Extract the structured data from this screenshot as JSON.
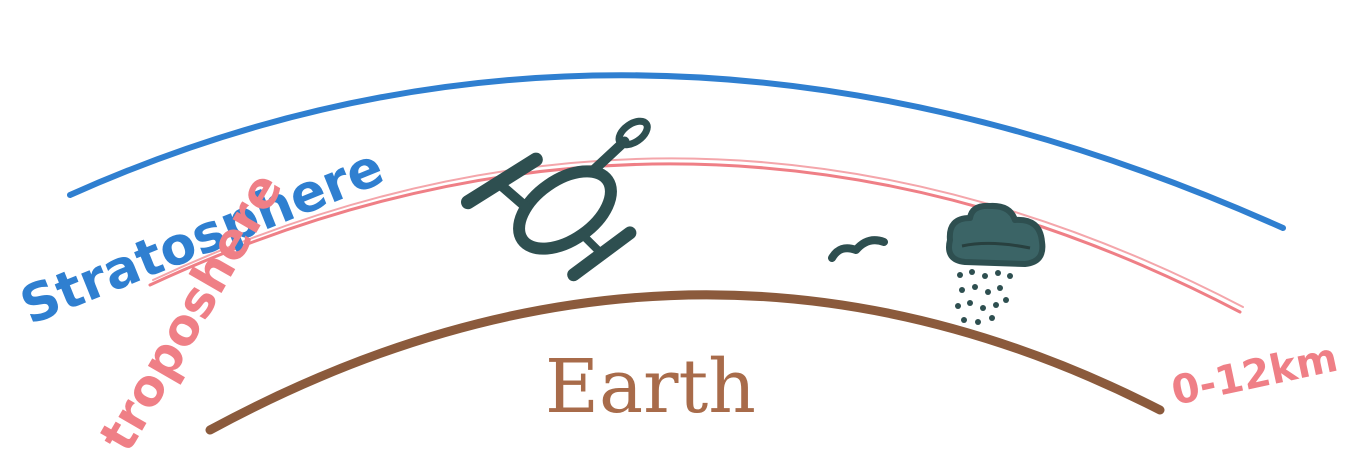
{
  "colors": {
    "stratosphere": "#2f7fd0",
    "troposphere": "#ef7f86",
    "earth": "#8b5a3c",
    "icons": "#2e4f50",
    "background": "#ffffff"
  },
  "labels": {
    "stratosphere": "Stratosphere",
    "troposphere": "troposhere",
    "earth": "Earth",
    "range": "0-12km"
  },
  "icons": [
    "satellite-icon",
    "bird-icon",
    "rain-cloud-icon"
  ]
}
